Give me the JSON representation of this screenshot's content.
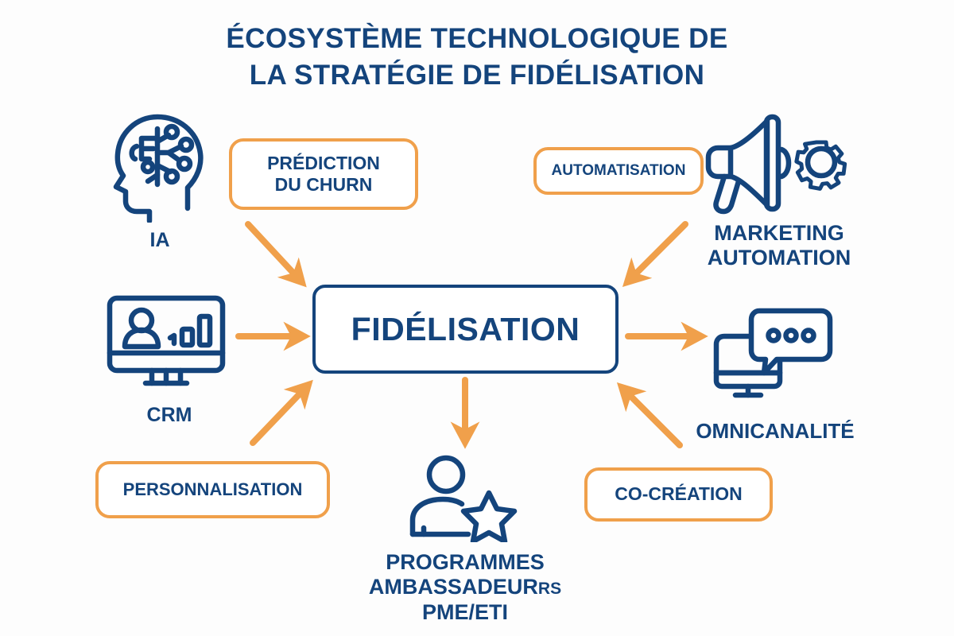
{
  "meta": {
    "background_color": "#fdfdfd",
    "navy": "#14447c",
    "orange": "#f0a04b"
  },
  "title": {
    "line1": "ÉCOSYSTÈME TECHNOLOGIQUE DE",
    "line2": "LA STRATÉGIE DE FIDÉLISATION"
  },
  "center": {
    "label": "FIDÉLISATION"
  },
  "nodes": [
    {
      "id": "ia",
      "caption": "IA",
      "icon": "brain-head-icon"
    },
    {
      "id": "crm",
      "caption": "CRM",
      "icon": "monitor-user-chart-icon"
    },
    {
      "id": "marketing",
      "caption_line1": "MARKETING",
      "caption_line2": "AUTOMATION",
      "icon": "megaphone-gear-icon"
    },
    {
      "id": "omni",
      "caption": "OMNICANALITÉ",
      "icon": "monitor-chat-bubble-icon"
    },
    {
      "id": "ambassadeurs",
      "caption_line1": "PROGRAMMES",
      "caption_line2a": "AMBASSADEUR",
      "caption_line2b": "RS",
      "caption_line3": "PME/ETI",
      "icon": "person-star-icon"
    }
  ],
  "pills": [
    {
      "id": "prediction",
      "line1": "PRÉDICTION",
      "line2": "DU CHURN"
    },
    {
      "id": "automatisation",
      "line1": "AUTOMATISATION"
    },
    {
      "id": "personnalisation",
      "line1": "PERSONNALISATION"
    },
    {
      "id": "cocreation",
      "line1": "CO-CRÉATION"
    }
  ]
}
